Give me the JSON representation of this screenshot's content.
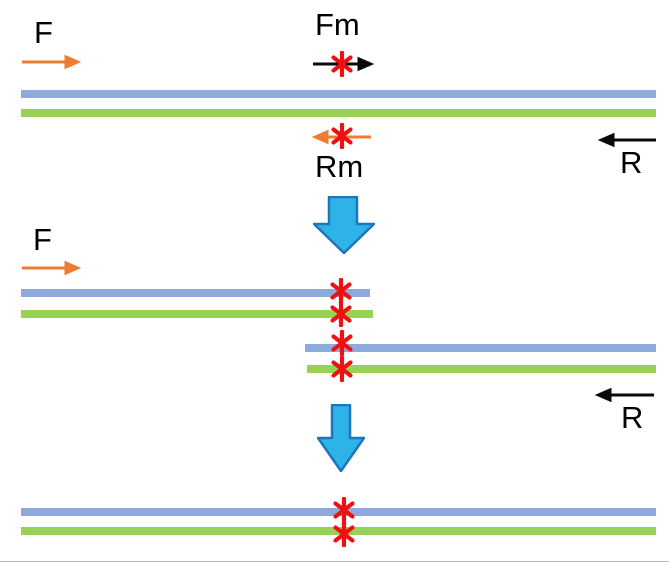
{
  "palette": {
    "top_strand_blue": "#8EAADB",
    "bottom_strand_green": "#97D155",
    "primer_orange": "#ED7D31",
    "primer_black": "#0a0a0a",
    "mutation_red": "#EE1111",
    "step_arrow_fill": "#2EB3E9",
    "step_arrow_stroke": "#1E75BC"
  },
  "step1": {
    "forward_primer": "F",
    "mutant_forward_primer": "Fm",
    "mutant_reverse_primer": "Rm",
    "reverse_primer": "R"
  },
  "step2": {
    "forward_primer": "F",
    "reverse_primer": "R"
  },
  "icons": {
    "mutation_site": "*",
    "process_step_arrow": "↓",
    "forward_primer_arrow": "→",
    "reverse_primer_arrow": "←"
  }
}
